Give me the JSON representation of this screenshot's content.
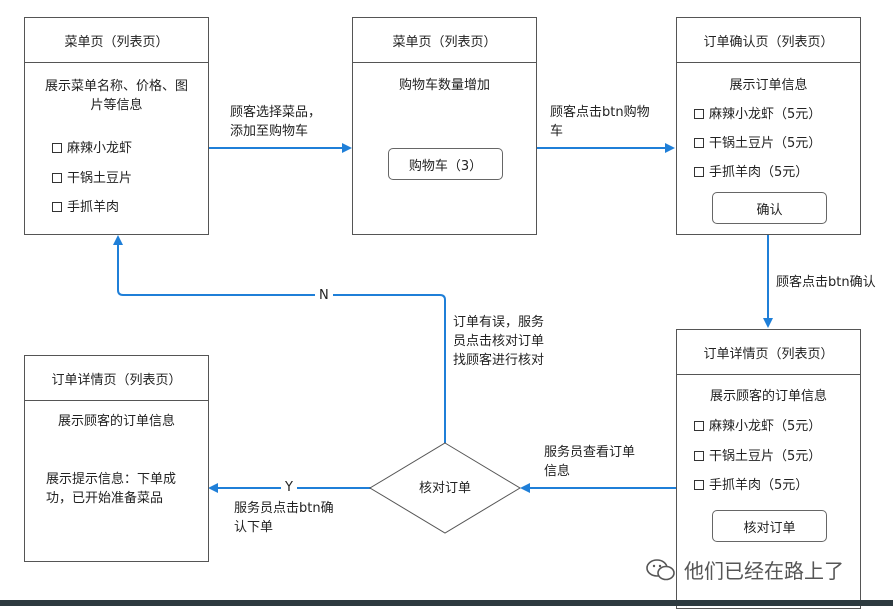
{
  "box1": {
    "title": "菜单页（列表页）",
    "line1": "展示菜单名称、价格、图",
    "line2": "片等信息",
    "items": [
      "麻辣小龙虾",
      "干锅土豆片",
      "手抓羊肉"
    ]
  },
  "box2": {
    "title": "菜单页（列表页）",
    "text": "购物车数量增加",
    "button": "购物车（3）"
  },
  "box3": {
    "title": "订单确认页（列表页）",
    "text": "展示订单信息",
    "items": [
      "麻辣小龙虾（5元）",
      "干锅土豆片（5元）",
      "手抓羊肉（5元）"
    ],
    "button": "确认"
  },
  "box4": {
    "title": "订单详情页（列表页）",
    "text": "展示顾客的订单信息",
    "items": [
      "麻辣小龙虾（5元）",
      "干锅土豆片（5元）",
      "手抓羊肉（5元）"
    ],
    "button": "核对订单"
  },
  "box5": {
    "title": "订单详情页（列表页）",
    "text": "展示顾客的订单信息",
    "info1": "展示提示信息：下单成",
    "info2": "功，已开始准备菜品"
  },
  "diamond": {
    "label": "核对订单"
  },
  "edges": {
    "e1_line1": "顾客选择菜品，",
    "e1_line2": "添加至购物车",
    "e2_line1": "顾客点击btn购物",
    "e2_line2": "车",
    "e3": "顾客点击btn确认",
    "e4_line1": "服务员查看订单",
    "e4_line2": "信息",
    "e5_line1": "订单有误，服务",
    "e5_line2": "员点击核对订单",
    "e5_line3": "找顾客进行核对",
    "n_label": "N",
    "y_label": "Y",
    "e6_line1": "服务员点击btn确",
    "e6_line2": "认下单"
  },
  "watermark": "他们已经在路上了",
  "colors": {
    "arrow": "#1f7fd8",
    "border": "#555555"
  }
}
